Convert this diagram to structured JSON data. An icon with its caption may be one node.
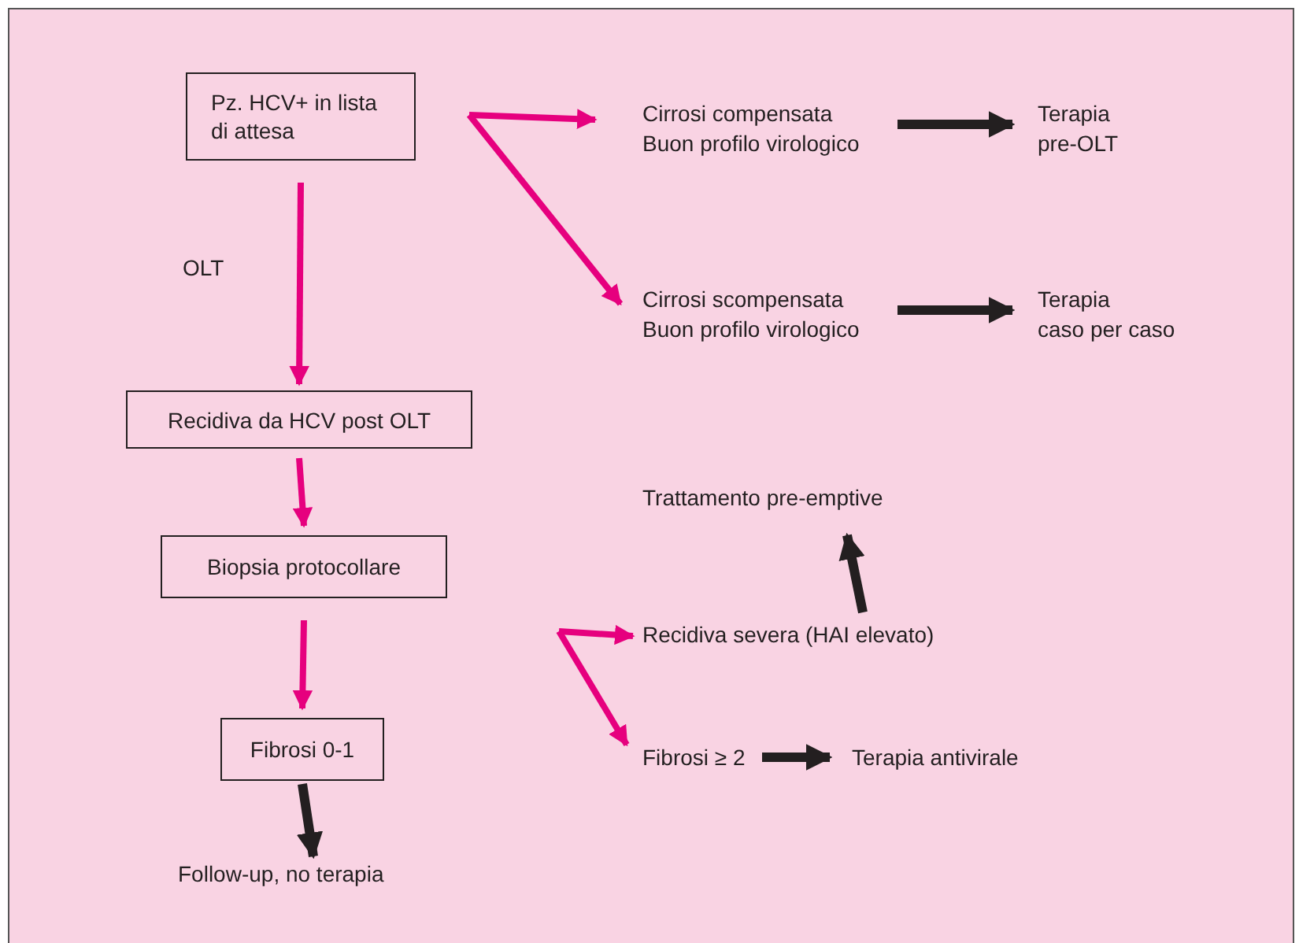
{
  "diagram": {
    "nodes": [
      {
        "text": [
          "Pz. HCV+ in lista di attesa"
        ]
      },
      {
        "text": [
          "Cirrosi compensata Buon profilo virologico"
        ]
      },
      {
        "text": [
          "Terapia pre-OLT"
        ]
      },
      {
        "text": [
          "Cirrosi scompensata Buon profilo virologico"
        ]
      },
      {
        "text": [
          "Terapia caso per caso"
        ]
      },
      {
        "text": [
          "Recidiva da HCV post OLT"
        ]
      },
      {
        "text": [
          "Biopsia protocollare"
        ]
      },
      {
        "text": [
          "Trattamento pre-emptive"
        ]
      },
      {
        "text": [
          "Recidiva severa (HAI elevato)"
        ]
      },
      {
        "text": [
          "Fibrosi 0-1"
        ]
      },
      {
        "text": [
          "Fibrosi ≥ 2"
        ]
      },
      {
        "text": [
          "Terapia antivirale"
        ]
      },
      {
        "text": [
          "Follow-up, no terapia"
        ]
      }
    ],
    "edges": [
      {
        "from": 0,
        "to": 1,
        "arrow": "to"
      },
      {
        "from": 0,
        "to": 3,
        "arrow": "to"
      },
      {
        "from": 1,
        "to": 2,
        "arrow": "to",
        "color": "#231f20"
      },
      {
        "from": 3,
        "to": 4,
        "arrow": "to",
        "color": "#231f20"
      },
      {
        "from": 0,
        "to": 5,
        "arrow": "to",
        "label": "OLT"
      },
      {
        "from": 5,
        "to": 6,
        "arrow": "to"
      },
      {
        "from": 6,
        "to": 9,
        "arrow": "to"
      },
      {
        "from": null,
        "to": 8,
        "arrow": "to"
      },
      {
        "from": null,
        "to": 10,
        "arrow": "to"
      },
      {
        "from": 8,
        "to": 7,
        "arrow": "to",
        "color": "#231f20"
      },
      {
        "from": 10,
        "to": 11,
        "arrow": "to",
        "color": "#231f20"
      },
      {
        "from": 9,
        "to": 12,
        "arrow": "to",
        "color": "#231f20"
      }
    ]
  }
}
